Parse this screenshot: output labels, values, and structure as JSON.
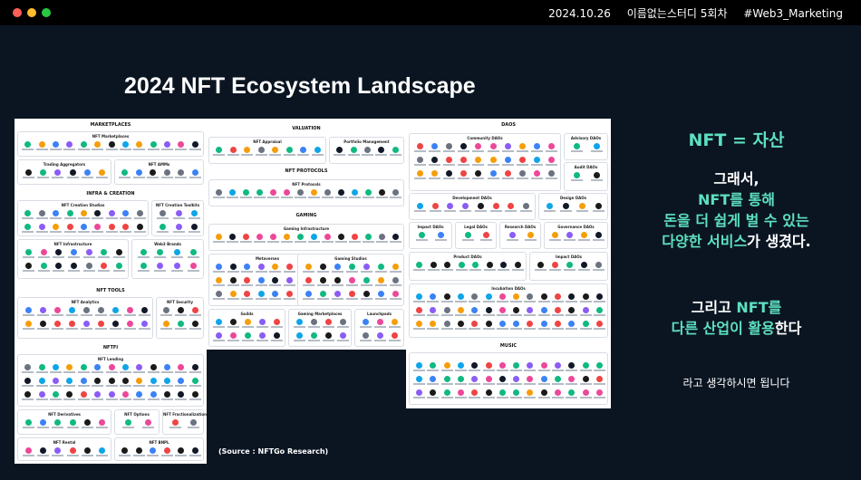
{
  "window": {
    "date": "2024.10.26",
    "study": "이름없는스터디 5회차",
    "tag": "#Web3_Marketing"
  },
  "slide": {
    "title": "2024 NFT Ecosystem Landscape",
    "source": "(Source : NFTGo Research)",
    "headline": "NFT = 자산",
    "para1": {
      "line1": "그래서,",
      "line2": "NFT를 통해",
      "line3": "돈을 더 쉽게 벌 수 있는",
      "line4_teal": "다양한 서비스",
      "line4_white": "가 생겼다."
    },
    "para2": {
      "line1_white": "그리고 ",
      "line1_teal": "NFT를",
      "line2_teal": "다른 산업이 활용",
      "line2_white": "한다"
    },
    "footnote": "라고 생각하시면 됩니다",
    "accent_color": "#5de0c0"
  },
  "landscape": {
    "left": {
      "marketplaces": "MARKETPLACES",
      "nft_marketplaces": "NFT Marketplaces",
      "trading_aggregators": "Trading Aggregators",
      "nft_amms": "NFT AMMs",
      "infra_creation": "INFRA & CREATION",
      "nft_creation_studios": "NFT Creation Studios",
      "nft_creation_toolkits": "NFT Creation Toolkits",
      "nft_infrastructure": "NFT Infrastructure",
      "web3_brands": "Web3 Brands",
      "nft_tools": "NFT TOOLS",
      "nft_analytics": "NFT Analytics",
      "nft_security": "NFT Security",
      "nftfi": "NFTFI",
      "nft_lending": "NFT Lending",
      "nft_derivatives": "NFT Derivatives",
      "nft_options": "NFT Options",
      "nft_fractionalization": "NFT Fractionalization",
      "nft_rental": "NFT Rental",
      "nft_bnpl": "NFT BNPL"
    },
    "mid": {
      "valuation": "VALUATION",
      "nft_appraisal": "NFT Appraisal",
      "portfolio_management": "Portfolio Management",
      "nft_protocols": "NFT PROTOCOLS",
      "nft_protocols_box": "NFT Protocols",
      "gaming": "GAMING",
      "gaming_infrastructure": "Gaming Infrastructure",
      "metaverses": "Metaverses",
      "gaming_studios": "Gaming Studios",
      "guilds": "Guilds",
      "gaming_marketplaces": "Gaming Marketplaces",
      "launchpads": "Launchpads"
    },
    "right": {
      "daos": "DAOS",
      "community_daos": "Community DAOs",
      "advisory_daos": "Advisory DAOs",
      "audit_daos": "Audit DAOs",
      "development_daos": "Development DAOs",
      "design_daos": "Design DAOs",
      "impact_daos": "Impact DAOs",
      "legal_daos": "Legal DAOs",
      "research_daos": "Research DAOs",
      "governance_daos": "Governance DAOs",
      "product_daos": "Product DAOs",
      "impact_daos_2": "Impact DAOs",
      "incubation_daos": "Incubation DAOs",
      "music": "MUSIC"
    }
  }
}
